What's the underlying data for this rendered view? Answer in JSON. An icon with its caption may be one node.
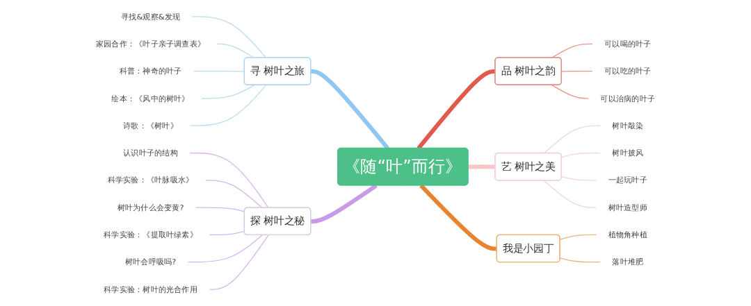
{
  "diagram": {
    "nodes": [
      {
        "text": [
          "《随“叶”而行》"
        ]
      },
      {
        "text": [
          "寻 树叶之旅"
        ]
      },
      {
        "text": [
          "寻找&观察&发现"
        ]
      },
      {
        "text": [
          "家园合作：《叶子亲子调查表》"
        ]
      },
      {
        "text": [
          "科普：神奇的叶子"
        ]
      },
      {
        "text": [
          "绘本：《风中的树叶》"
        ]
      },
      {
        "text": [
          "诗歌：《树叶》"
        ]
      },
      {
        "text": [
          "探 树叶之秘"
        ]
      },
      {
        "text": [
          "认识叶子的结构"
        ]
      },
      {
        "text": [
          "科学实验：《叶脉吸水》"
        ]
      },
      {
        "text": [
          "树叶为什么会变黄?"
        ]
      },
      {
        "text": [
          "科学实验：《提取叶绿素》"
        ]
      },
      {
        "text": [
          "树叶会呼吸吗?"
        ]
      },
      {
        "text": [
          "科学实验：树叶的光合作用"
        ]
      },
      {
        "text": [
          "品 树叶之韵"
        ]
      },
      {
        "text": [
          "可以喝的叶子"
        ]
      },
      {
        "text": [
          "可以吃的叶子"
        ]
      },
      {
        "text": [
          "可以治病的叶子"
        ]
      },
      {
        "text": [
          "艺 树叶之美"
        ]
      },
      {
        "text": [
          "树叶敲染"
        ]
      },
      {
        "text": [
          "树叶披风"
        ]
      },
      {
        "text": [
          "一起玩叶子"
        ]
      },
      {
        "text": [
          "树叶造型师"
        ]
      },
      {
        "text": [
          "我是小园丁"
        ]
      },
      {
        "text": [
          "植物角种植"
        ]
      },
      {
        "text": [
          "落叶堆肥"
        ]
      }
    ],
    "edges": [
      {
        "from": 1,
        "to": 0,
        "arrow": "none",
        "style": "thick",
        "color": "#8fc7f2"
      },
      {
        "from": 2,
        "to": 1,
        "arrow": "none",
        "color": "#bcdcf2"
      },
      {
        "from": 3,
        "to": 1,
        "arrow": "none",
        "color": "#bcdcf2"
      },
      {
        "from": 4,
        "to": 1,
        "arrow": "none",
        "color": "#bcdcf2"
      },
      {
        "from": 5,
        "to": 1,
        "arrow": "none",
        "color": "#bcdcf2"
      },
      {
        "from": 6,
        "to": 1,
        "arrow": "none",
        "color": "#bcdcf2"
      },
      {
        "from": 7,
        "to": 0,
        "arrow": "none",
        "style": "thick",
        "color": "#c99be6"
      },
      {
        "from": 8,
        "to": 7,
        "arrow": "none",
        "color": "#d8b6ec"
      },
      {
        "from": 9,
        "to": 7,
        "arrow": "none",
        "color": "#d8b6ec"
      },
      {
        "from": 10,
        "to": 7,
        "arrow": "none",
        "color": "#d8b6ec"
      },
      {
        "from": 11,
        "to": 7,
        "arrow": "none",
        "color": "#d8b6ec"
      },
      {
        "from": 12,
        "to": 7,
        "arrow": "none",
        "color": "#d8b6ec"
      },
      {
        "from": 13,
        "to": 7,
        "arrow": "none",
        "color": "#d8b6ec"
      },
      {
        "from": 0,
        "to": 14,
        "arrow": "none",
        "style": "thick",
        "color": "#e25a4e"
      },
      {
        "from": 14,
        "to": 15,
        "arrow": "none",
        "color": "#e8938b"
      },
      {
        "from": 14,
        "to": 16,
        "arrow": "none",
        "color": "#e8938b"
      },
      {
        "from": 14,
        "to": 17,
        "arrow": "none",
        "color": "#e8938b"
      },
      {
        "from": 0,
        "to": 18,
        "arrow": "none",
        "style": "thick",
        "color": "#f6c6c9"
      },
      {
        "from": 18,
        "to": 19,
        "arrow": "none",
        "color": "#f2d6d8"
      },
      {
        "from": 18,
        "to": 20,
        "arrow": "none",
        "color": "#f2d6d8"
      },
      {
        "from": 18,
        "to": 21,
        "arrow": "none",
        "color": "#f2d6d8"
      },
      {
        "from": 18,
        "to": 22,
        "arrow": "none",
        "color": "#f2d6d8"
      },
      {
        "from": 0,
        "to": 23,
        "arrow": "none",
        "style": "thick",
        "color": "#e8832f"
      },
      {
        "from": 23,
        "to": 24,
        "arrow": "none",
        "color": "#ebb57c"
      },
      {
        "from": 23,
        "to": 25,
        "arrow": "none",
        "color": "#ebb57c"
      }
    ]
  }
}
